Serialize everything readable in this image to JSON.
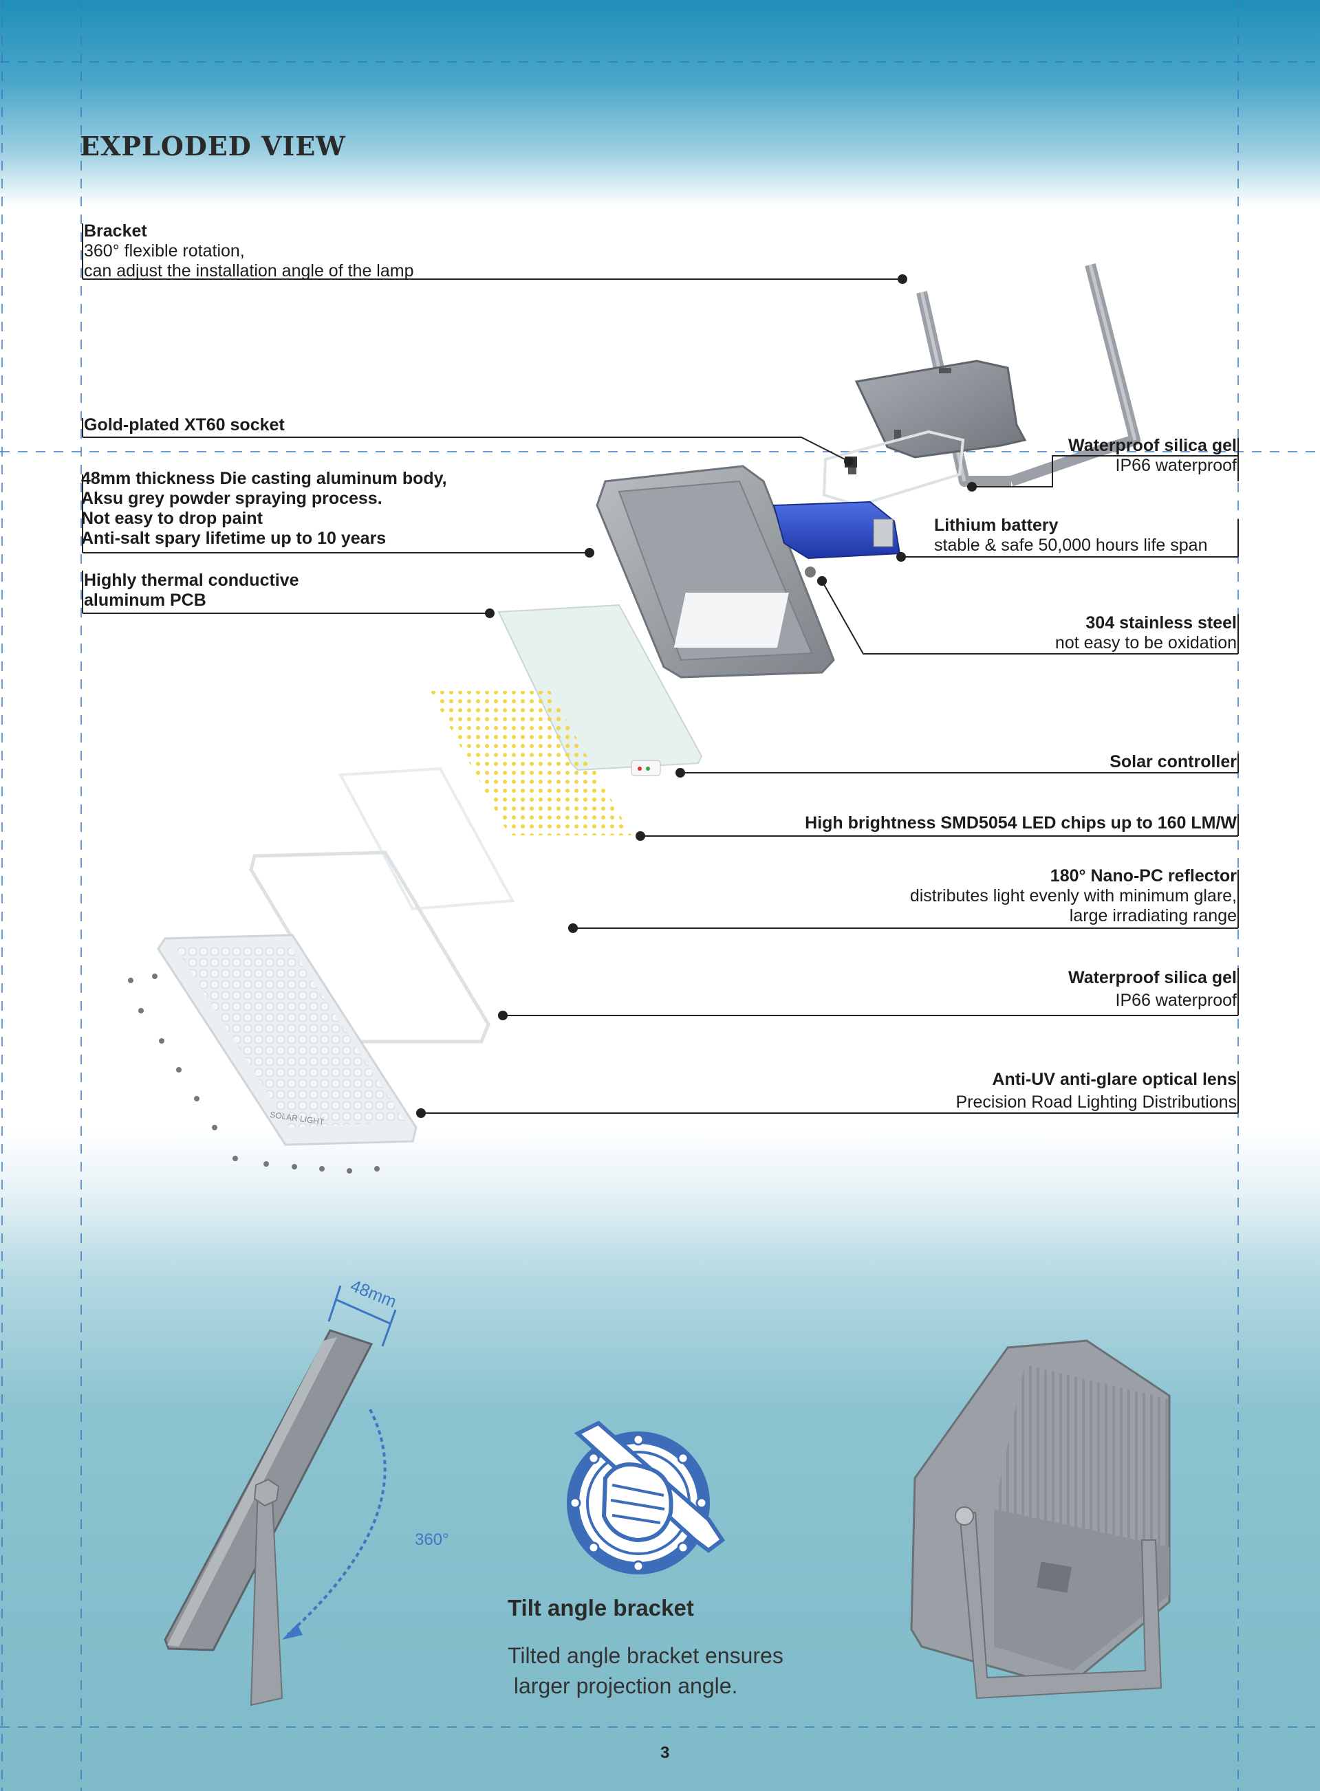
{
  "title": "EXPLODED VIEW",
  "labels_left": {
    "bracket": {
      "heading": "Bracket",
      "lines": [
        "360° flexible rotation,",
        "can adjust the installation angle of the lamp"
      ]
    },
    "socket": {
      "heading": "Gold-plated XT60 socket"
    },
    "body": {
      "lines": [
        "48mm thickness Die casting aluminum body,",
        "Aksu grey powder spraying process.",
        "Not easy to drop paint",
        "Anti-salt spary lifetime up to 10 years"
      ]
    },
    "pcb": {
      "lines": [
        "Highly thermal conductive",
        "aluminum PCB"
      ]
    }
  },
  "labels_right": {
    "silica_top": {
      "heading": "Waterproof silica gel",
      "sub": "IP66  waterproof"
    },
    "battery": {
      "heading": "Lithium battery",
      "sub": "stable & safe 50,000 hours life span"
    },
    "steel": {
      "heading": "304 stainless steel",
      "sub": "not easy to be oxidation"
    },
    "controller": {
      "heading": "Solar controller"
    },
    "led": {
      "heading": "High brightness SMD5054 LED chips up to 160 LM/W"
    },
    "reflector": {
      "heading": "180° Nano-PC reflector",
      "sub1": "distributes light evenly with minimum glare,",
      "sub2": "large irradiating range"
    },
    "silica_bottom": {
      "heading": "Waterproof silica gel",
      "sub": "IP66 waterproof"
    },
    "lens": {
      "heading": "Anti-UV anti-glare optical lens",
      "sub": "Precision Road Lighting Distributions"
    }
  },
  "dimensions": {
    "thickness": "48mm",
    "rotation": "360°"
  },
  "lens_print": "SOLAR LIGHT",
  "feature": {
    "title": "Tilt angle bracket",
    "description": "Tilted angle bracket ensures\n larger projection angle."
  },
  "page_number": "3",
  "colors": {
    "accent_blue": "#3d77c4",
    "battery_blue": "#2f4fc8",
    "led_yellow": "#f2d646",
    "frame_grey": "#8e9499",
    "guide_dash": "#3a78c4"
  },
  "icons": [
    "wrench-fist-icon"
  ]
}
